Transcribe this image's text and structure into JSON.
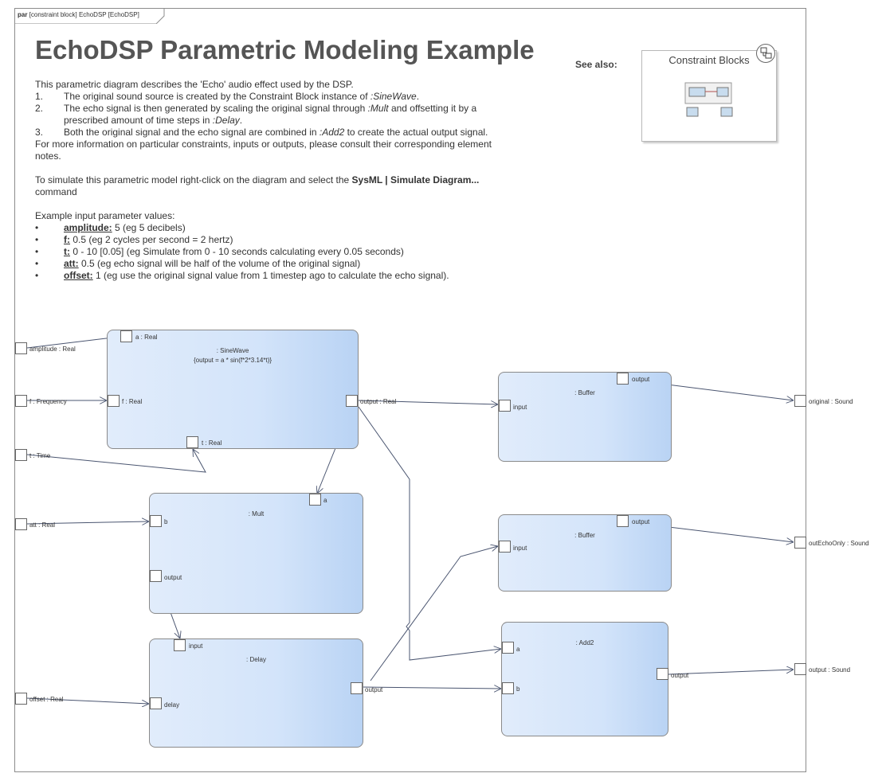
{
  "frame": {
    "kind": "par",
    "header": "[constraint block] EchoDSP [EchoDSP]"
  },
  "title": "EchoDSP Parametric Modeling Example",
  "description": {
    "intro": "This parametric diagram describes the 'Echo' audio effect used by the DSP.",
    "steps": [
      {
        "num": "1.",
        "text_a": "The original sound source is created by the Constraint Block instance of ",
        "em_a": ":SineWave",
        "text_b": "."
      },
      {
        "num": "2.",
        "text_a": "The echo signal is then generated by scaling the original signal through ",
        "em_a": ":Mult",
        "text_b": " and offsetting it by a"
      },
      {
        "num": "",
        "text_a": "prescribed amount of time steps in ",
        "em_a": ":Delay",
        "text_b": "."
      },
      {
        "num": "3.",
        "text_a": "Both the original signal and the echo signal are combined in ",
        "em_a": ":Add2",
        "text_b": " to create the actual output signal."
      }
    ],
    "more_info_1": "For more information on particular constraints, inputs or outputs, please consult their corresponding element",
    "more_info_2": "notes.",
    "simulate_a": "To simulate this parametric model right-click on the diagram and select the ",
    "simulate_cmd": "SysML | Simulate Diagram...",
    "simulate_b": "command",
    "example_header": "Example input parameter values:",
    "bullets": [
      {
        "dot": "•",
        "name": "amplitude:",
        "text": " 5 (eg 5 decibels)"
      },
      {
        "dot": "•",
        "name": "f:",
        "text": " 0.5 (eg 2 cycles per second = 2 hertz)"
      },
      {
        "dot": "•",
        "name": "t:",
        "text": " 0 - 10 [0.05] (eg Simulate from 0 - 10 seconds calculating every 0.05 seconds)"
      },
      {
        "dot": "•",
        "name": "att:",
        "text": " 0.5 (eg echo signal will be half of the volume of the original signal)"
      },
      {
        "dot": "•",
        "name": "offset:",
        "text": " 1 (eg use the original signal value from 1 timestep ago to calculate the echo signal)."
      }
    ]
  },
  "see_also": {
    "label": "See also:",
    "link_title": "Constraint Blocks"
  },
  "blocks": {
    "sinewave": {
      "name": ": SineWave",
      "constraint": "{output = a * sin(f*2*3.14*t)}"
    },
    "mult": {
      "name": ": Mult"
    },
    "delay": {
      "name": ": Delay"
    },
    "buffer1": {
      "name": ": Buffer"
    },
    "buffer2": {
      "name": ": Buffer"
    },
    "add2": {
      "name": ": Add2"
    }
  },
  "ports": {
    "sine_a": "a : Real",
    "sine_f": "f : Real",
    "sine_t": "t : Real",
    "sine_output": "output : Real",
    "mult_a": "a",
    "mult_b": "b",
    "mult_output": "output",
    "delay_input": "input",
    "delay_delay": "delay",
    "delay_output": "output",
    "buffer1_input": "input",
    "buffer1_output": "output",
    "buffer2_input": "input",
    "buffer2_output": "output",
    "add2_a": "a",
    "add2_b": "b",
    "add2_output": "output"
  },
  "parameters": {
    "amplitude": "amplitude : Real",
    "f": "f : Frequency",
    "t": "t : Time",
    "att": "att : Real",
    "offset": "offset : Real",
    "original": "original : Sound",
    "outEchoOnly": "outEchoOnly : Sound",
    "output": "output : Sound"
  },
  "colors": {
    "block_light": "#e1ecfb",
    "block_dark": "#b9d3f4",
    "line": "#4a5570"
  }
}
